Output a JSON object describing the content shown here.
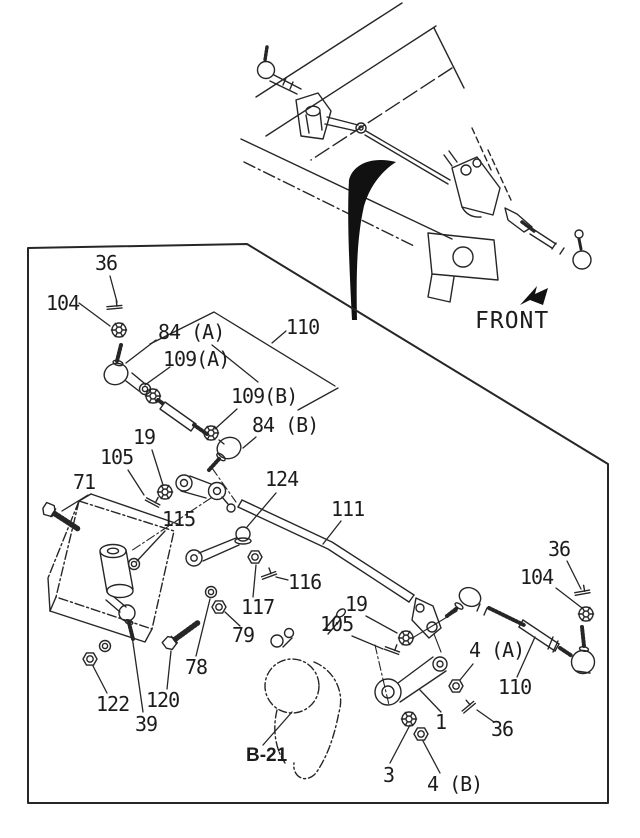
{
  "figure": {
    "type": "steering-linkage-parts-diagram",
    "front_label": "FRONT",
    "reference_code": "B-21"
  },
  "style": {
    "ink": "#262626",
    "paper": "#ffffff"
  },
  "callouts": [
    {
      "text": "36"
    },
    {
      "text": "104"
    },
    {
      "text": "84 (A)"
    },
    {
      "text": "110"
    },
    {
      "text": "109(A)"
    },
    {
      "text": "109(B)"
    },
    {
      "text": "84 (B)"
    },
    {
      "text": "19"
    },
    {
      "text": "105"
    },
    {
      "text": "71"
    },
    {
      "text": "124"
    },
    {
      "text": "115"
    },
    {
      "text": "111"
    },
    {
      "text": "116"
    },
    {
      "text": "117"
    },
    {
      "text": "79"
    },
    {
      "text": "78"
    },
    {
      "text": "122"
    },
    {
      "text": "120"
    },
    {
      "text": "39"
    },
    {
      "text": "19"
    },
    {
      "text": "105"
    },
    {
      "text": "36"
    },
    {
      "text": "104"
    },
    {
      "text": "4 (A)"
    },
    {
      "text": "110"
    },
    {
      "text": "1"
    },
    {
      "text": "36"
    },
    {
      "text": "3"
    },
    {
      "text": "4 (B)"
    }
  ]
}
